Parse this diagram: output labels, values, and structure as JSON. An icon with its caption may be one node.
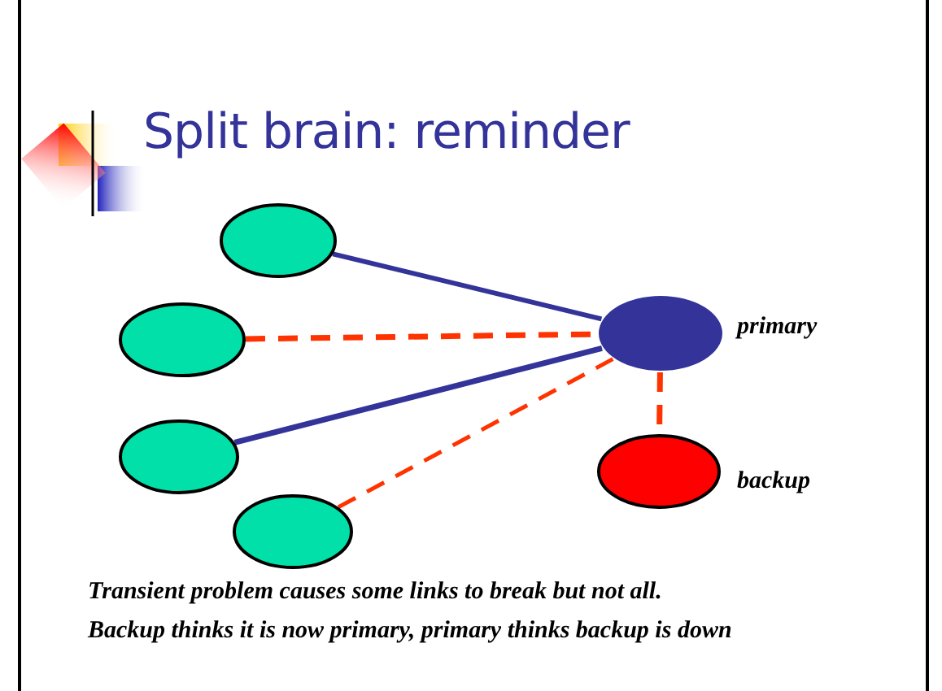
{
  "diagram": {
    "title": "Split brain: reminder",
    "nodes": [
      {
        "text": [],
        "shape": "circle"
      },
      {
        "text": [],
        "shape": "circle"
      },
      {
        "text": [],
        "shape": "circle"
      },
      {
        "text": [],
        "shape": "circle"
      },
      {
        "text": [],
        "shape": "circle",
        "beside": [
          "primary"
        ]
      },
      {
        "text": [],
        "shape": "circle",
        "beside": [
          "backup"
        ]
      }
    ],
    "edges": [
      {
        "from": 0,
        "to": 4,
        "arrow": "none",
        "color": "#333399"
      },
      {
        "from": 1,
        "to": 4,
        "arrow": "none",
        "style": "dashed"
      },
      {
        "from": 2,
        "to": 4,
        "arrow": "none",
        "color": "#333399"
      },
      {
        "from": 3,
        "to": 4,
        "arrow": "none",
        "style": "dashed"
      },
      {
        "from": 4,
        "to": 5,
        "arrow": "none",
        "style": "dashed"
      }
    ],
    "labels": [
      "Transient problem causes some links to break but not all.",
      "Backup thinks it is now primary, primary thinks backup is down"
    ]
  }
}
